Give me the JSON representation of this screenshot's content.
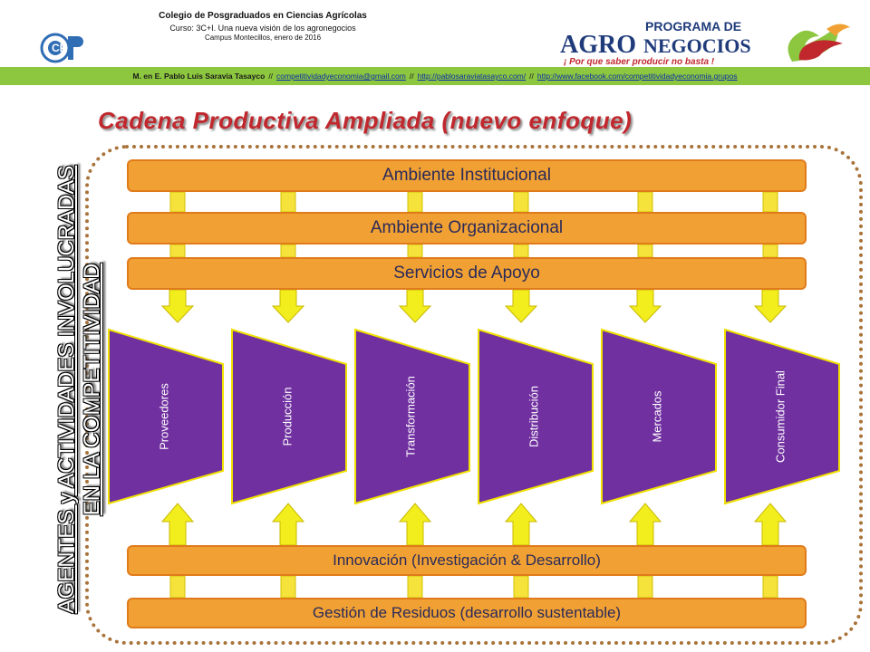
{
  "header": {
    "institution": "Colegio de Posgraduados en Ciencias Agrícolas",
    "course": "Curso: 3C+I. Una nueva visión de los agronegocios",
    "campus": "Campus Montecillos, enero de 2016",
    "logo_cp_text": "CP",
    "logo_program_top": "PROGRAMA DE",
    "logo_agro": "AGRO",
    "logo_negocios": "NEGOCIOS",
    "logo_slogan": "¡ Por que saber producir no basta !"
  },
  "contact_bar": {
    "author": "M. en E. Pablo Luis Saravia Tasayco",
    "sep": "//",
    "email": "competitividadyeconomia@gmail.com",
    "blog": "http://pablosaraviatasayco.com/",
    "facebook": "http://www.facebook.com/competitividadyeconomia.grupos"
  },
  "slide": {
    "title": "Cadena Productiva Ampliada (nuevo enfoque)",
    "side_label": "AGENTES y ACTIVIDADES INVOLUCRADAS EN LA COMPETITIVIDAD",
    "top_bands": [
      "Ambiente Institucional",
      "Ambiente Organizacional",
      "Servicios de Apoyo"
    ],
    "chain": [
      "Proveedores",
      "Producción",
      "Transformación",
      "Distribución",
      "Mercados",
      "Consumidor Final"
    ],
    "bottom_bands": [
      "Innovación (Investigación & Desarrollo)",
      "Gestión de Residuos (desarrollo sustentable)"
    ]
  },
  "colors": {
    "band": "#f1a133",
    "band_border": "#e07b1b",
    "connector": "#f5e23b",
    "arrow": "#f2ee1e",
    "trapezoid": "#7030a0",
    "trapezoid_border": "#f0e000",
    "title": "#c0282e",
    "green_bar": "#8dc63f",
    "dotted_border": "#a8733a"
  }
}
